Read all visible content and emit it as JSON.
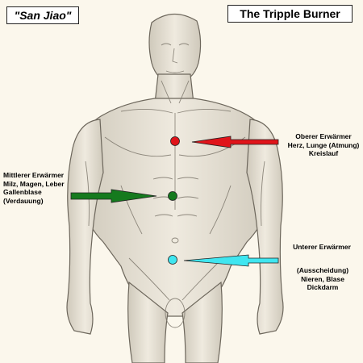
{
  "header": {
    "title_left": "\"San Jiao\"",
    "title_right": "The Tripple Burner"
  },
  "labels": {
    "upper": [
      "Oberer Erwärmer",
      "Herz, Lunge (Atmung)",
      "Kreislauf"
    ],
    "middle": [
      "Mittlerer Erwärmer",
      "Milz, Magen, Leber",
      "Gallenblase",
      "(Verdauung)"
    ],
    "lower_title": "Unterer Erwärmer",
    "lower_desc": [
      "(Ausscheidung)",
      "Nieren, Blase",
      "Dickdarm"
    ]
  },
  "colors": {
    "upper": "#e0141a",
    "middle": "#157a1e",
    "lower": "#3fe6f0",
    "background": "#fbf7ec",
    "sketch": "#8a8478"
  }
}
